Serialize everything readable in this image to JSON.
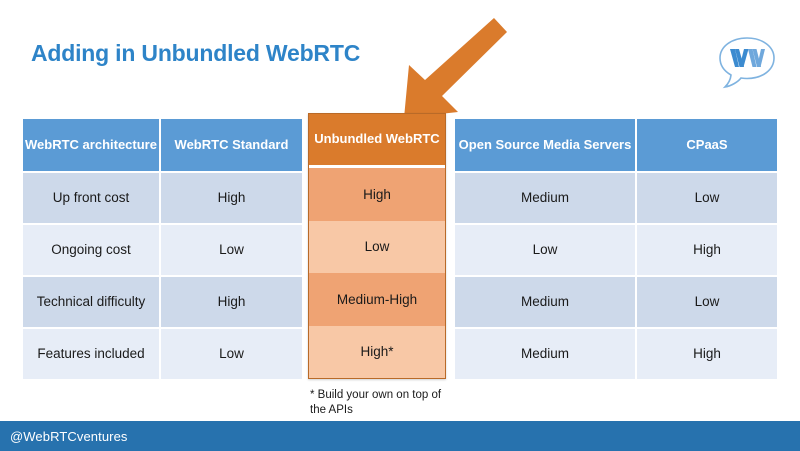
{
  "slide": {
    "title": "Adding in Unbundled WebRTC",
    "title_color": "#2E84C8",
    "background": "#FFFFFF"
  },
  "logo": {
    "name": "webrtc-ventures-speech-bubble-logo",
    "letters": "W",
    "color": "#5B9BD5"
  },
  "arrow": {
    "name": "orange-down-left-arrow",
    "color": "#DA7B2C",
    "direction": "down-left",
    "points_to": "Unbundled WebRTC"
  },
  "table": {
    "header_color": "#5B9BD5",
    "header_text_color": "#FFFFFF",
    "row_band_a": "#CDD9EA",
    "row_band_b": "#E7EDF7",
    "headers_left": [
      "WebRTC architecture",
      "WebRTC Standard"
    ],
    "headers_right": [
      "Open Source Media Servers",
      "CPaaS"
    ],
    "rows": [
      {
        "architecture": "Up front cost",
        "webrtc_standard": "High",
        "unbundled_webrtc": "High",
        "open_source_media_servers": "Medium",
        "cpaas": "Low"
      },
      {
        "architecture": "Ongoing cost",
        "webrtc_standard": "Low",
        "unbundled_webrtc": "Low",
        "open_source_media_servers": "Low",
        "cpaas": "High"
      },
      {
        "architecture": "Technical difficulty",
        "webrtc_standard": "High",
        "unbundled_webrtc": "Medium-High",
        "open_source_media_servers": "Medium",
        "cpaas": "Low"
      },
      {
        "architecture": "Features included",
        "webrtc_standard": "Low",
        "unbundled_webrtc": "High*",
        "open_source_media_servers": "Medium",
        "cpaas": "High"
      }
    ]
  },
  "highlight_column": {
    "header": "Unbundled WebRTC",
    "header_color": "#DA7B2C",
    "shade_dark": "#EFA373",
    "shade_light": "#F8C8A6"
  },
  "footnote": {
    "text": "* Build your own on top of the APIs"
  },
  "bottom_bar": {
    "handle": "@WebRTCventures",
    "background": "#2772AE"
  }
}
